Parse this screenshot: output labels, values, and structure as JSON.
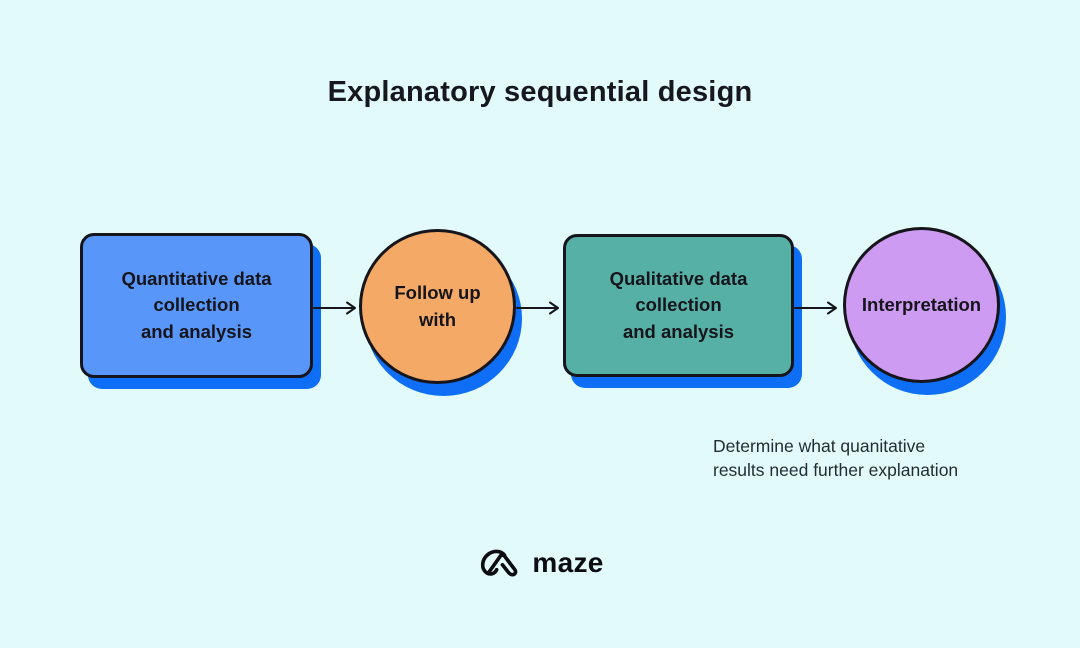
{
  "page": {
    "title": "Explanatory sequential design",
    "background_color": "#E2FBFA"
  },
  "flow": {
    "shadow_color": "#0E6EF5",
    "outline_color": "#15151B",
    "steps": [
      {
        "id": "quantitative",
        "shape": "rounded-rect",
        "fill": "#5896F9",
        "lines": [
          "Quantitative data",
          "collection",
          "and analysis"
        ]
      },
      {
        "id": "follow-up",
        "shape": "circle",
        "fill": "#F4A967",
        "lines": [
          "Follow up",
          "with"
        ]
      },
      {
        "id": "qualitative",
        "shape": "rounded-rect",
        "fill": "#56B0A5",
        "lines": [
          "Qualitative data",
          "collection",
          "and analysis"
        ]
      },
      {
        "id": "interpretation",
        "shape": "circle",
        "fill": "#CD9CF2",
        "lines": [
          "Interpretation"
        ]
      }
    ],
    "arrow_count": 3
  },
  "annotation": {
    "lines": [
      "Determine what quanitative",
      "results need further explanation"
    ]
  },
  "footer": {
    "brand": "maze",
    "logo_icon": "maze-logo-mark"
  }
}
